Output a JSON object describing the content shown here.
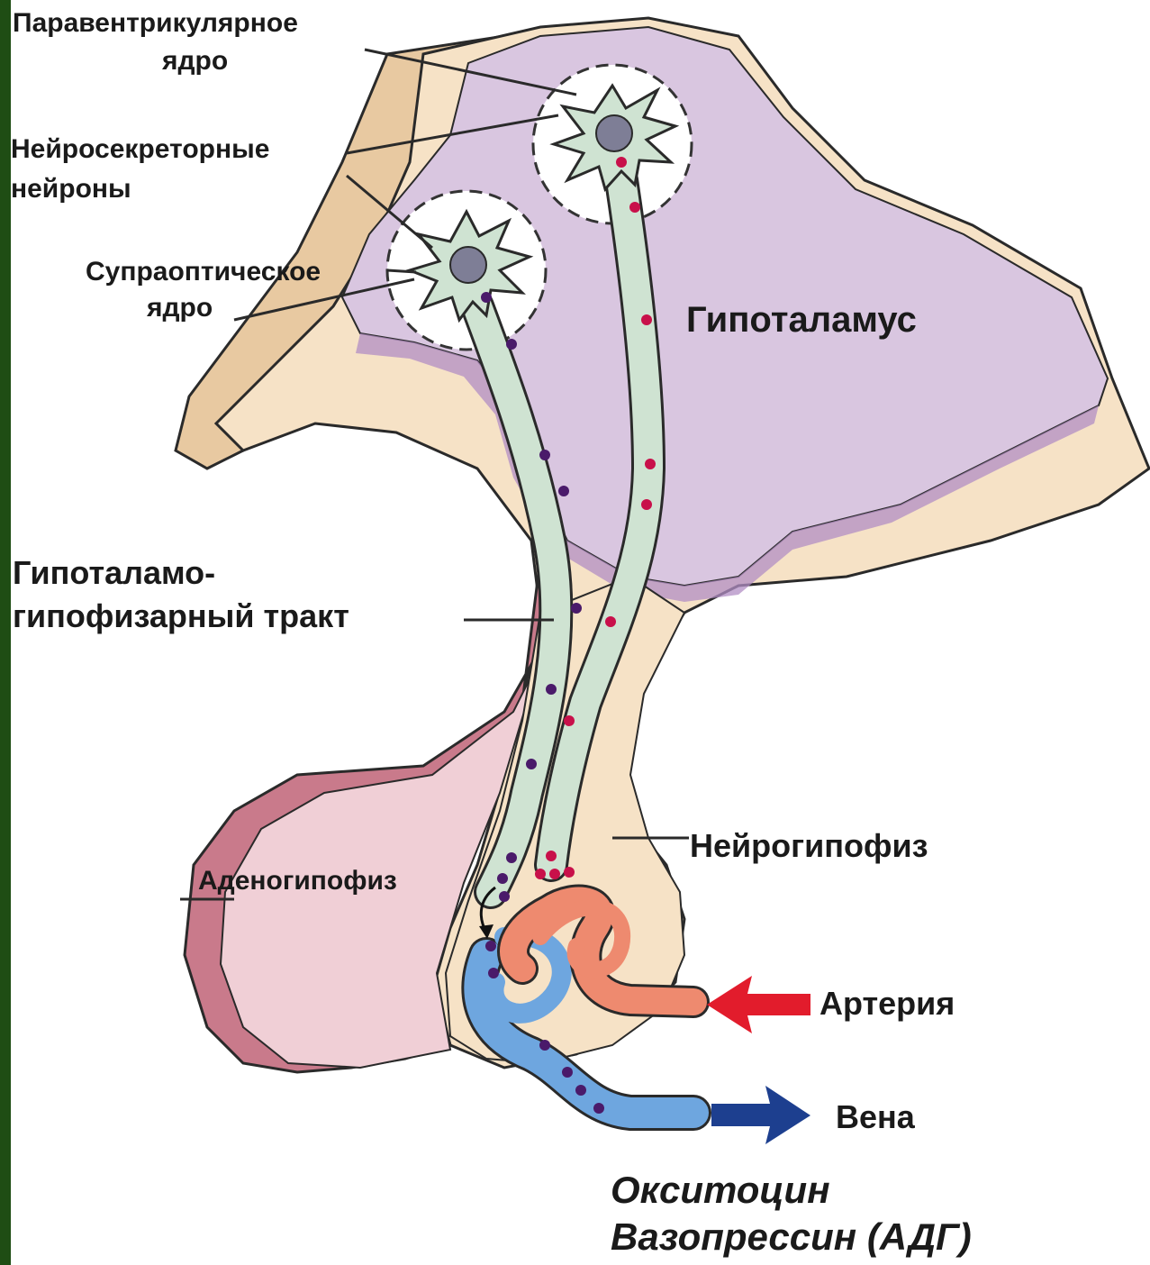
{
  "labels": {
    "paraventricular_l1": "Паравентрикулярное",
    "paraventricular_l2": "ядро",
    "neurosecretory_l1": "Нейросекреторные",
    "neurosecretory_l2": "нейроны",
    "supraoptic_l1": "Супраоптическое",
    "supraoptic_l2": "ядро",
    "hypothalamus": "Гипоталамус",
    "tract_l1": "Гипоталамо-",
    "tract_l2": "гипофизарный тракт",
    "neurohypophysis": "Нейрогипофиз",
    "adenohypophysis": "Аденогипофиз",
    "artery": "Артерия",
    "vein": "Вена"
  },
  "hormones": {
    "line1": "Окситоцин",
    "line2": "Вазопрессин (АДГ)"
  },
  "colors": {
    "hypothalamus": "#d9c6e0",
    "hypothalamus_dark": "#b18dc4",
    "stalk": "#f6e2c6",
    "optic_band": "#e8c9a1",
    "adenohypophysis": "#f0cfd6",
    "adenohypophysis_edge": "#c97a8b",
    "neuron": "#cfe3d2",
    "granule_red": "#c8104a",
    "granule_purple": "#4a1a6a",
    "artery": "#ee8a6f",
    "vein": "#6ea6df",
    "arrow_red": "#e21c2c",
    "arrow_blue": "#1d3f8f",
    "left_bar": "#1f4d14"
  }
}
